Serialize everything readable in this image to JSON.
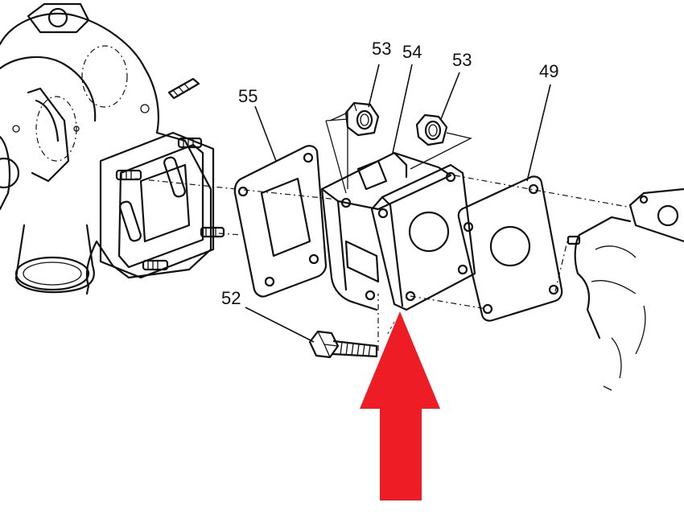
{
  "callouts": {
    "c55": "55",
    "c53a": "53",
    "c54": "54",
    "c53b": "53",
    "c49": "49",
    "c52": "52"
  },
  "colors": {
    "line": "#111111",
    "background": "#ffffff",
    "arrow": "#ee1c24"
  },
  "icons": {
    "arrow": "up-arrow"
  }
}
